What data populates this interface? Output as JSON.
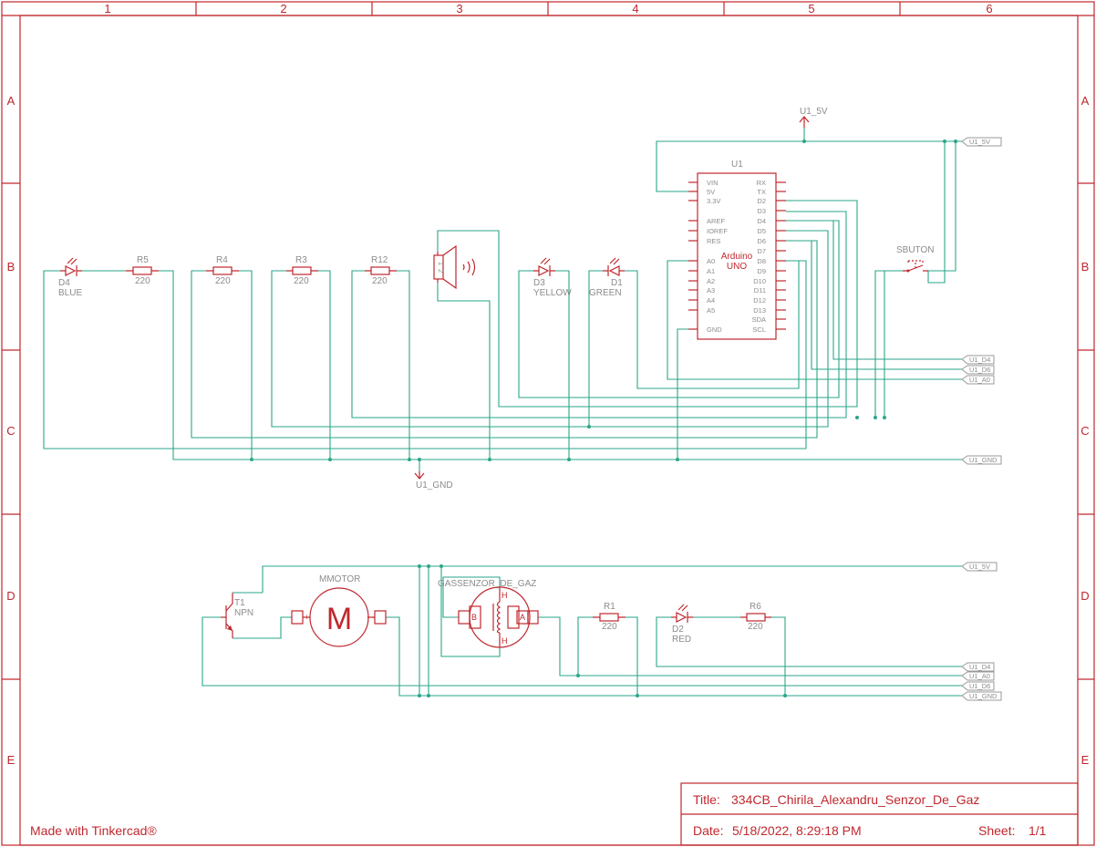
{
  "sheet": {
    "columns": [
      "1",
      "2",
      "3",
      "4",
      "5",
      "6"
    ],
    "rows": [
      "A",
      "B",
      "C",
      "D",
      "E"
    ]
  },
  "title_block": {
    "title_label": "Title:",
    "title_value": "334CB_Chirila_Alexandru_Senzor_De_Gaz",
    "date_label": "Date:",
    "date_value": "5/18/2022, 8:29:18 PM",
    "sheet_label": "Sheet:",
    "sheet_value": "1/1",
    "made_with": "Made with Tinkercad®"
  },
  "components": {
    "d4": {
      "ref": "D4",
      "value": "BLUE"
    },
    "r5": {
      "ref": "R5",
      "value": "220"
    },
    "r4": {
      "ref": "R4",
      "value": "220"
    },
    "r3": {
      "ref": "R3",
      "value": "220"
    },
    "r12": {
      "ref": "R12",
      "value": "220"
    },
    "d3": {
      "ref": "D3",
      "value": "YELLOW"
    },
    "d1": {
      "ref": "D1",
      "value": "GREEN"
    },
    "u1": {
      "ref": "U1",
      "name_line1": "Arduino",
      "name_line2": "UNO",
      "left_pins": [
        "VIN",
        "5V",
        "3.3V",
        "AREF",
        "IOREF",
        "RES",
        "A0",
        "A1",
        "A2",
        "A3",
        "A4",
        "A5",
        "GND"
      ],
      "right_pins": [
        "RX",
        "TX",
        "D2",
        "D3",
        "D4",
        "D5",
        "D6",
        "D7",
        "D8",
        "D9",
        "D10",
        "D11",
        "D12",
        "D13",
        "SDA",
        "SCL"
      ]
    },
    "sbuton": {
      "ref": "SBUTON"
    },
    "t1": {
      "ref": "T1",
      "value": "NPN"
    },
    "mmotor": {
      "ref": "MMOTOR",
      "symbol": "M",
      "plus": "+",
      "minus": "-"
    },
    "gas": {
      "ref": "GASSENZOR_DE_GAZ",
      "pin_b": "B",
      "pin_a": "A",
      "pin_h": "H"
    },
    "r1": {
      "ref": "R1",
      "value": "220"
    },
    "d2": {
      "ref": "D2",
      "value": "RED"
    },
    "r6": {
      "ref": "R6",
      "value": "220"
    },
    "speaker": {
      "pin1": "1",
      "pin2": "2"
    }
  },
  "nets": {
    "u1_5v_symbol": "U1_5V",
    "u1_gnd_symbol": "U1_GND",
    "ports_top": [
      "U1_5V",
      "U1_D4",
      "U1_D6",
      "U1_A0",
      "U1_GND"
    ],
    "ports_bottom": [
      "U1_5V",
      "U1_D4",
      "U1_A0",
      "U1_D6",
      "U1_GND"
    ]
  },
  "colors": {
    "frame": "#c0272d",
    "wire": "#2aa68a",
    "label": "#8c8c8c"
  }
}
